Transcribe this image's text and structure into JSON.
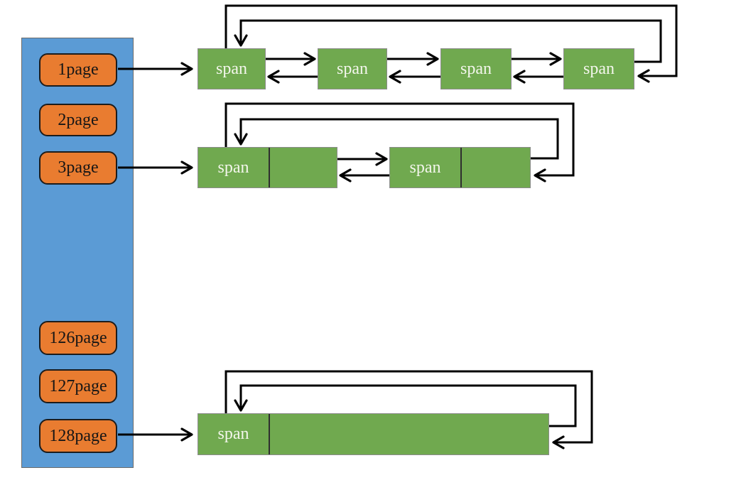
{
  "colors": {
    "panel_blue": "#5b9bd5",
    "page_orange": "#e97c30",
    "span_green": "#70a94f",
    "line_black": "#000000",
    "span_text": "#f3f6ec"
  },
  "page_list": {
    "items": [
      {
        "label": "1page"
      },
      {
        "label": "2page"
      },
      {
        "label": "3page"
      },
      {
        "label": "126page"
      },
      {
        "label": "127page"
      },
      {
        "label": "128page"
      }
    ]
  },
  "span_rows": [
    {
      "spans": [
        {
          "label": "span"
        },
        {
          "label": "span"
        },
        {
          "label": "span"
        },
        {
          "label": "span"
        }
      ]
    },
    {
      "spans": [
        {
          "label": "span"
        },
        {
          "label": "span"
        }
      ]
    },
    {
      "spans": [
        {
          "label": "span"
        }
      ]
    }
  ]
}
